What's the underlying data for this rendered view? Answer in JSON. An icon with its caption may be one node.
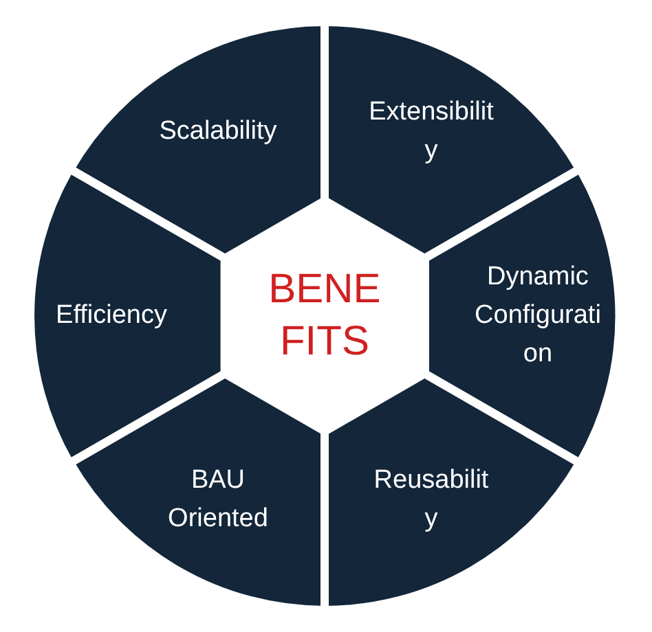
{
  "diagram": {
    "nodes": [
      {
        "text": [
          "Scalability"
        ]
      },
      {
        "text": [
          "Extensibility"
        ]
      },
      {
        "text": [
          "Efficiency"
        ]
      },
      {
        "text": [
          "BENEFITS"
        ]
      },
      {
        "text": [
          "Dynamic Configuration"
        ]
      },
      {
        "text": [
          "BAU Oriented"
        ]
      },
      {
        "text": [
          "Reusability"
        ]
      }
    ]
  }
}
